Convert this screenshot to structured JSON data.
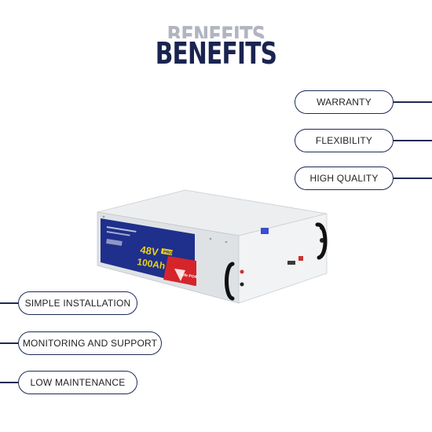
{
  "heading": {
    "title": "BENEFITS",
    "ghost": "BENEFITS"
  },
  "right_benefits": [
    {
      "label": "WARRANTY"
    },
    {
      "label": "FLEXIBILITY"
    },
    {
      "label": "HIGH QUALITY"
    }
  ],
  "left_benefits": [
    {
      "label": "SIMPLE INSTALLATION"
    },
    {
      "label": "MONITORING AND SUPPORT"
    },
    {
      "label": "LOW MAINTENANCE"
    }
  ],
  "product": {
    "voltage": "48V",
    "capacity": "100Ah",
    "tag": "PRO",
    "chemistry": "Life PO4"
  },
  "colors": {
    "navy": "#1a2450",
    "ghost": "#a9adb8",
    "battery_body": "#e6e8ea",
    "label_blue": "#1f2f8c",
    "accent_red": "#d6242b",
    "accent_yellow": "#e8d21a"
  }
}
